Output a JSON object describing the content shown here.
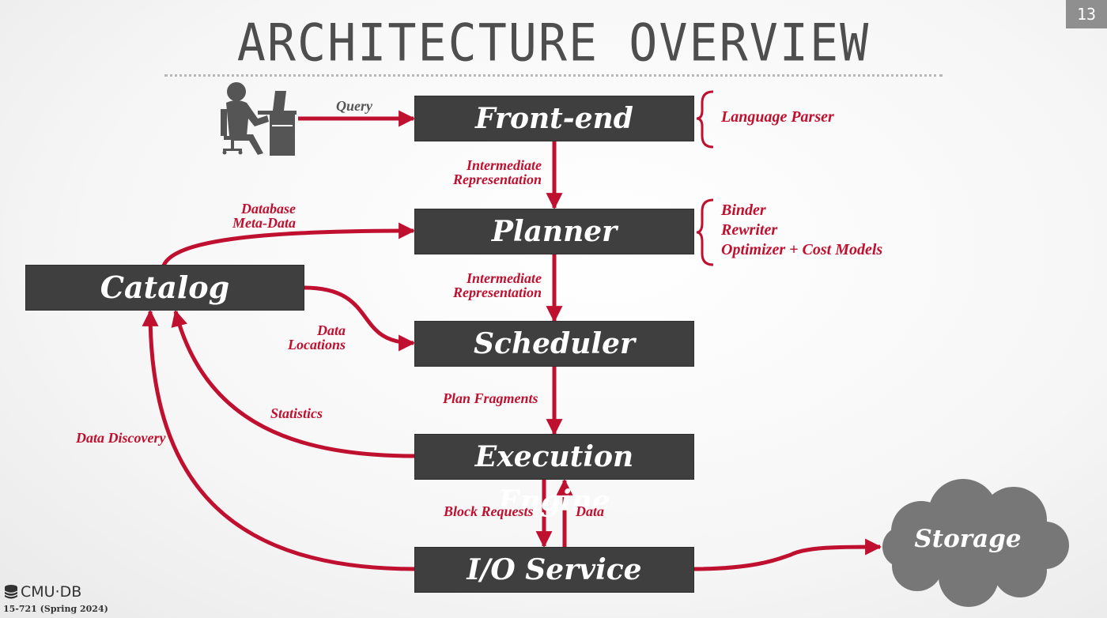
{
  "slide": {
    "number": "13",
    "title": "ARCHITECTURE OVERVIEW"
  },
  "components": {
    "frontend": "Front-end",
    "planner": "Planner",
    "scheduler": "Scheduler",
    "execution_engine": "Execution Engine",
    "io_service": "I/O Service",
    "catalog": "Catalog",
    "storage": "Storage"
  },
  "edge_labels": {
    "query": "Query",
    "ir_1": [
      "Intermediate",
      "Representation"
    ],
    "ir_2": [
      "Intermediate",
      "Representation"
    ],
    "db_metadata": [
      "Database",
      "Meta-Data"
    ],
    "data_locations": [
      "Data",
      "Locations"
    ],
    "plan_fragments": "Plan Fragments",
    "statistics": "Statistics",
    "data_discovery": "Data Discovery",
    "block_requests": "Block Requests",
    "data": "Data"
  },
  "annotations": {
    "frontend": [
      "Language Parser"
    ],
    "planner": [
      "Binder",
      "Rewriter",
      "Optimizer + Cost Models"
    ]
  },
  "footer": {
    "logo_text": "CMU·DB",
    "course": "15-721 (Spring 2024)"
  },
  "colors": {
    "accent": "#c0102f",
    "box": "#3f3f3f",
    "cloud": "#777777",
    "icon": "#555555"
  }
}
